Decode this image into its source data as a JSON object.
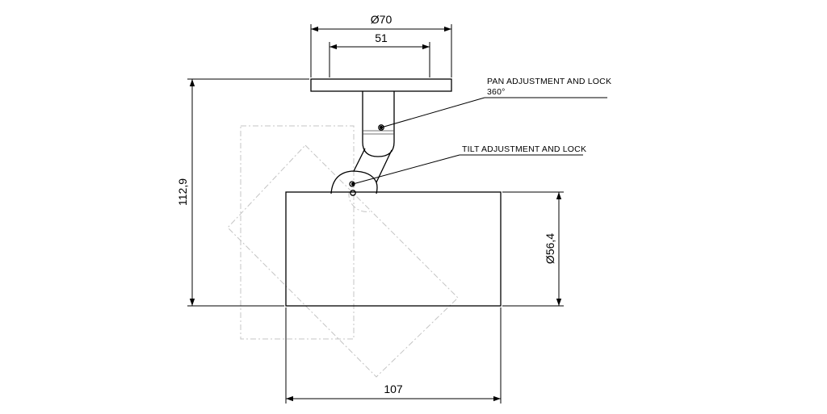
{
  "drawing": {
    "dimensions": {
      "plate_diameter": "Ø70",
      "plate_inner": "51",
      "total_height": "112,9",
      "body_diameter": "Ø56,4",
      "body_length": "107"
    },
    "notes": {
      "pan_line1": "PAN ADJUSTMENT AND LOCK",
      "pan_line2": "360°",
      "tilt": "TILT ADJUSTMENT AND LOCK"
    },
    "colors": {
      "line": "#000000",
      "ghost": "#c4c4c4",
      "background": "#ffffff"
    }
  }
}
